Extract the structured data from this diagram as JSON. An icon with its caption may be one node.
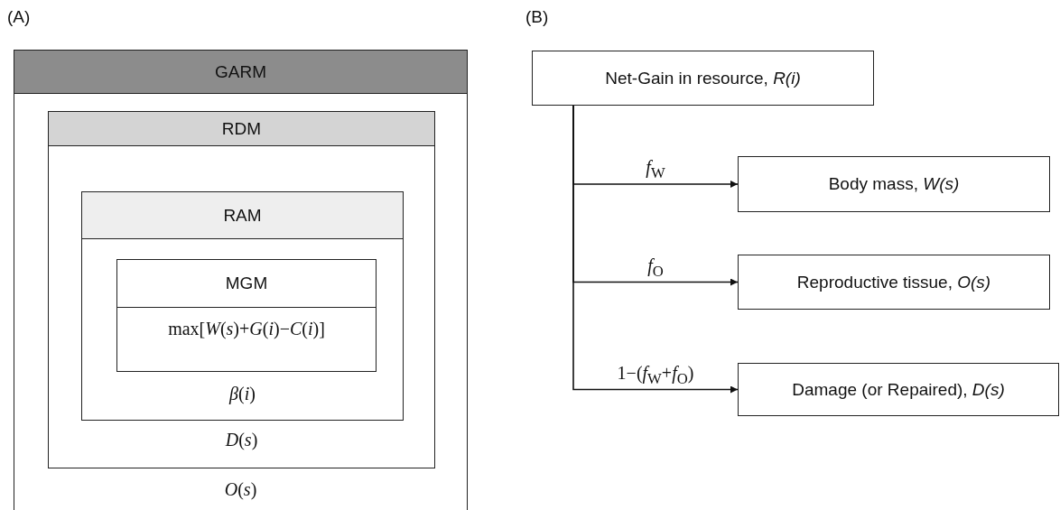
{
  "diagram": {
    "nodes": [
      {
        "text": [
          "GARM",
          "*O*(*s*)"
        ]
      },
      {
        "text": [
          "RDM",
          "*D*(*s*)"
        ],
        "in": 0
      },
      {
        "text": [
          "RAM",
          "*β*(*i*)"
        ],
        "in": 1
      },
      {
        "text": [
          "MGM",
          "max[*W*(*s*)+*G*(*i*)−*C*(*i*)]"
        ],
        "in": 2
      },
      {
        "text": [
          "Net-Gain in resource, *R(i)*"
        ]
      },
      {
        "text": [
          "Body mass, *W(s)*"
        ]
      },
      {
        "text": [
          "Reproductive tissue, *O(s)*"
        ]
      },
      {
        "text": [
          "Damage (or Repaired), *D(s)*"
        ]
      }
    ],
    "edges": [
      {
        "from": 4,
        "to": 5,
        "arrow": "to",
        "label": "*f*$_{W}$"
      },
      {
        "from": 4,
        "to": 6,
        "arrow": "to",
        "label": "*f*$_{O}$"
      },
      {
        "from": 4,
        "to": 7,
        "arrow": "to",
        "label": "1−(*f*$_{W}$+*f*$_{O}$)"
      }
    ],
    "labels": [
      "(A)",
      "(B)"
    ]
  }
}
